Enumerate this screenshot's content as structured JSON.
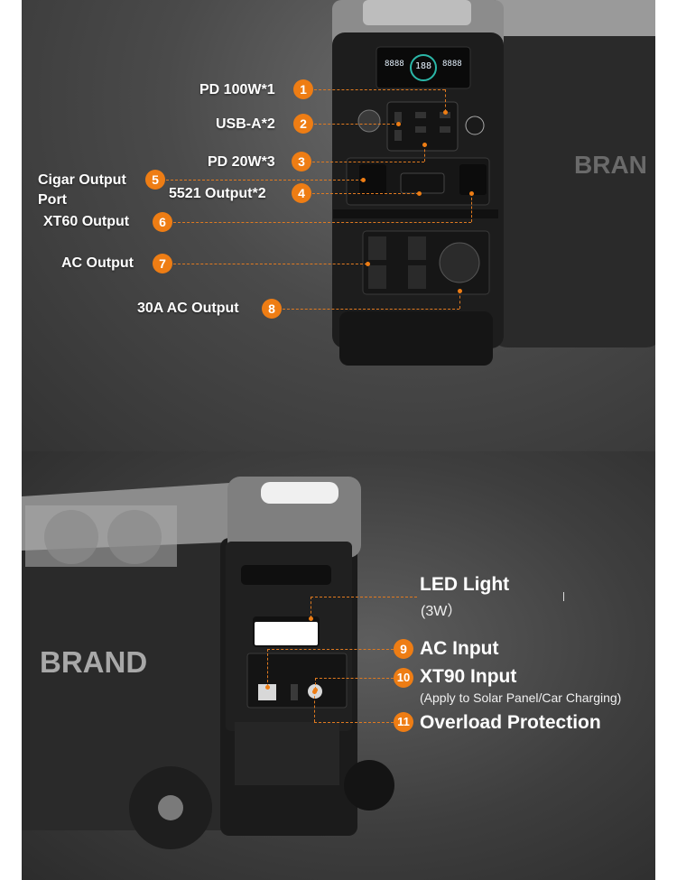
{
  "top_labels": {
    "pd100": "PD 100W*1",
    "usba": "USB-A*2",
    "pd20": "PD 20W*3",
    "cigar": "Cigar Output",
    "cigar2": "Port",
    "out5521": "5521 Output*2",
    "xt60": "XT60 Output",
    "ac": "AC Output",
    "ac30": "30A AC Output"
  },
  "top_numbers": [
    "1",
    "2",
    "3",
    "4",
    "5",
    "6",
    "7",
    "8"
  ],
  "bottom_labels": {
    "led": "LED Light",
    "led_sub": "(3W）",
    "ac_input": "AC Input",
    "xt90": "XT90 Input",
    "xt90_sub": "(Apply to Solar Panel/Car Charging)",
    "overload": "Overload Protection"
  },
  "bottom_numbers": [
    "9",
    "10",
    "11"
  ],
  "brand_text": "BRAND",
  "brand_text_blur": "BRAN",
  "display": {
    "left": "8888",
    "center": "188",
    "right": "8888"
  },
  "colors": {
    "accent": "#ee7d14",
    "device_dark": "#1c1c1c",
    "device_grey": "#8a8a8a"
  }
}
